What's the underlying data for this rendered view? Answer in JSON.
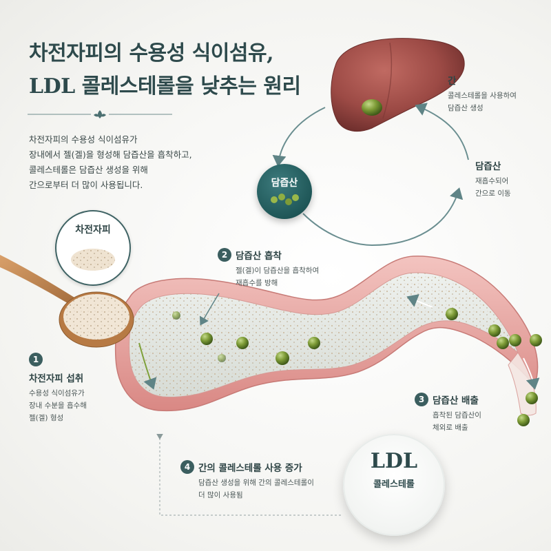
{
  "title": {
    "line1": "차전자피의 수용성 식이섬유,",
    "line2": "LDL 콜레스테롤을 낮추는 원리"
  },
  "intro": {
    "line1": "차전자피의 수용성 식이섬유가",
    "line2": "장내에서 젤(겔)을 형성해 담즙산을 흡착하고,",
    "line3": "콜레스테롤은 담즙산 생성을 위해",
    "line4": "간으로부터 더 많이 사용됩니다."
  },
  "psyllium": {
    "label": "차전자피"
  },
  "bile_badge": {
    "label": "담즙산"
  },
  "liver": {
    "title": "간",
    "desc1": "콜레스테롤을 사용하여",
    "desc2": "담즙산 생성"
  },
  "bile_reabsorb": {
    "title": "담즙산",
    "desc1": "재흡수되어",
    "desc2": "간으로 이동"
  },
  "steps": [
    {
      "num": "1",
      "title": "차전자피 섭취",
      "desc1": "수용성 식이섬유가",
      "desc2": "장내 수분을 흡수해",
      "desc3": "젤(겔) 형성"
    },
    {
      "num": "2",
      "title": "담즙산 흡착",
      "desc1": "젤(겔)이 담즙산을 흡착하여",
      "desc2": "재흡수를 방해"
    },
    {
      "num": "3",
      "title": "담즙산 배출",
      "desc1": "흡착된 담즙산이",
      "desc2": "체외로 배출"
    },
    {
      "num": "4",
      "title": "간의 콜레스테롤 사용 증가",
      "desc1": "담즙산 생성을 위해 간의 콜레스테롤이",
      "desc2": "더 많이 사용됨"
    }
  ],
  "ldl": {
    "big": "LDL",
    "small": "콜레스테롤"
  },
  "colors": {
    "accent": "#3b5e5f",
    "teal": "#1f5758",
    "intestine": "#e9a7a4",
    "bile_green": "#6e8e2e",
    "liver": "#9c4a45"
  }
}
